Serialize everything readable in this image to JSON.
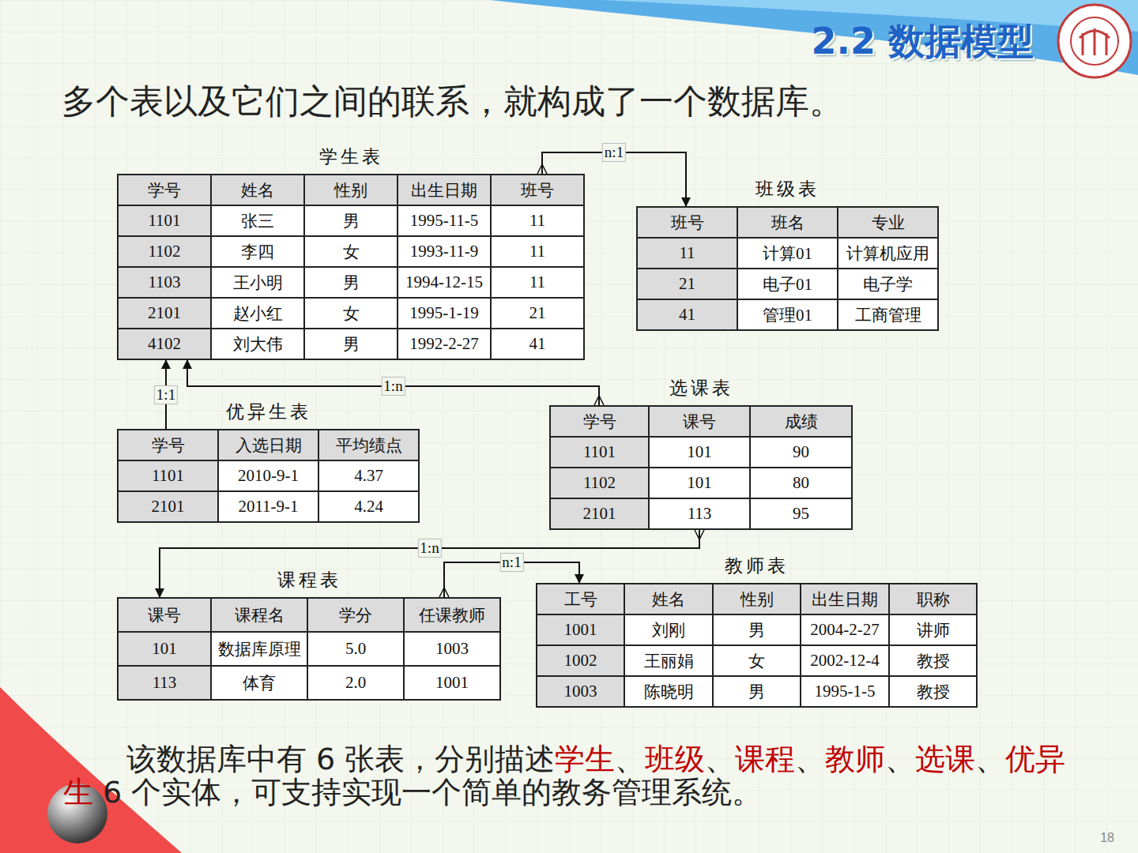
{
  "diagram": {
    "title": "2.2 数据模型",
    "nodes": [
      {
        "text": [
          "学生表",
          "学号",
          "姓名",
          "性别",
          "出生日期",
          "班号",
          "1101",
          "张三",
          "男",
          "1995-11-5",
          "11",
          "1102",
          "李四",
          "女",
          "1993-11-9",
          "11",
          "1103",
          "王小明",
          "男",
          "1994-12-15",
          "11",
          "2101",
          "赵小红",
          "女",
          "1995-1-19",
          "21",
          "4102",
          "刘大伟",
          "男",
          "1992-2-27",
          "41"
        ]
      },
      {
        "text": [
          "班级表",
          "班号",
          "班名",
          "专业",
          "11",
          "计算01",
          "计算机应用",
          "21",
          "电子01",
          "电子学",
          "41",
          "管理01",
          "工商管理"
        ]
      },
      {
        "text": [
          "优异生表",
          "学号",
          "入选日期",
          "平均绩点",
          "1101",
          "2010-9-1",
          "4.37",
          "2101",
          "2011-9-1",
          "4.24"
        ]
      },
      {
        "text": [
          "选课表",
          "学号",
          "课号",
          "成绩",
          "1101",
          "101",
          "90",
          "1102",
          "101",
          "80",
          "2101",
          "113",
          "95"
        ]
      },
      {
        "text": [
          "课程表",
          "课号",
          "课程名",
          "学分",
          "任课教师",
          "101",
          "数据库原理",
          "5.0",
          "1003",
          "113",
          "体育",
          "2.0",
          "1001"
        ]
      },
      {
        "text": [
          "教师表",
          "工号",
          "姓名",
          "性别",
          "出生日期",
          "职称",
          "1001",
          "刘刚",
          "男",
          "2004-2-27",
          "讲师",
          "1002",
          "王丽娟",
          "女",
          "2002-12-4",
          "教授",
          "1003",
          "陈晓明",
          "男",
          "1995-1-5",
          "教授"
        ]
      }
    ],
    "edges": [
      {
        "from": 0,
        "to": 1,
        "arrow": "to",
        "label": "n:1"
      },
      {
        "from": 2,
        "to": 0,
        "arrow": "to",
        "label": "1:1"
      },
      {
        "from": 3,
        "to": 0,
        "arrow": "to",
        "label": "1:n"
      },
      {
        "from": 3,
        "to": 4,
        "arrow": "to",
        "label": "1:n"
      },
      {
        "from": 4,
        "to": 5,
        "arrow": "to",
        "label": "n:1"
      }
    ],
    "labels": [
      "多个表以及它们之间的联系，就构成了一个数据库。",
      "该数据库中有 6 张表，分别描述",
      "学生",
      "、",
      "班级",
      "、",
      "课程",
      "、",
      "教师",
      "、",
      "选课",
      "、",
      "优异生",
      " 6 个实体，可支持实现一个简单的教务管理系统。",
      "18"
    ]
  }
}
